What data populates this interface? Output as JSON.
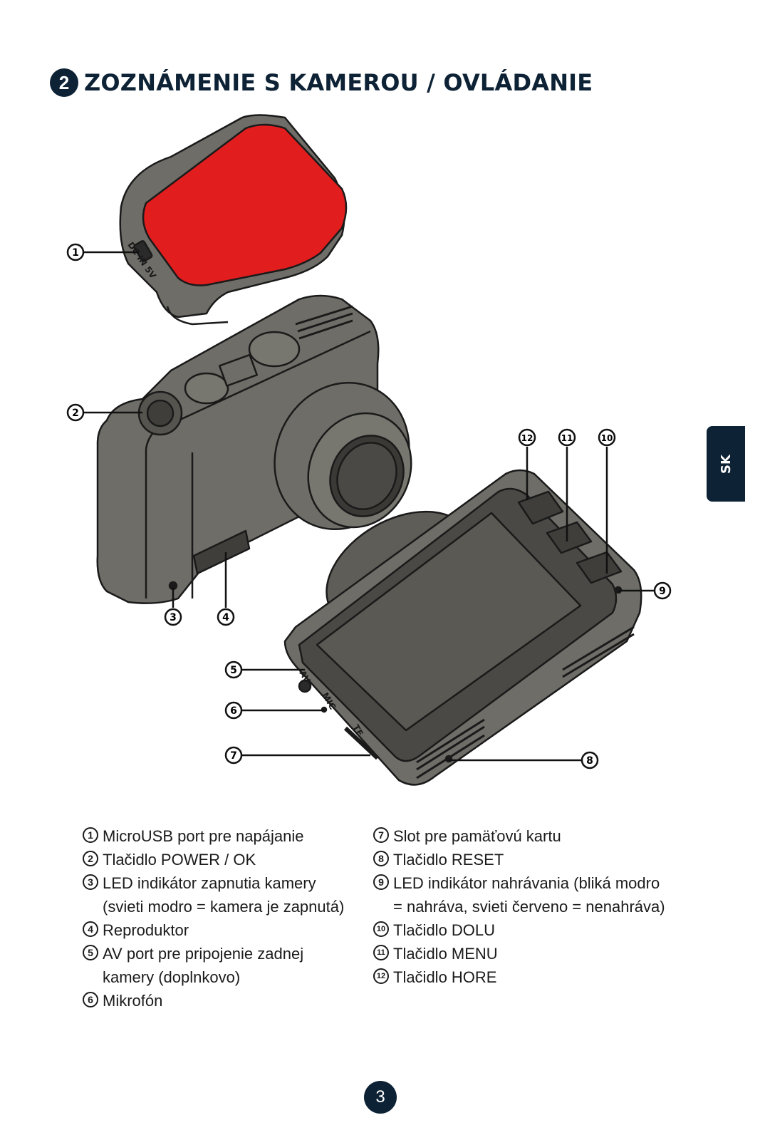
{
  "header": {
    "section_number": "2",
    "title": "ZOZNÁMENIE S KAMEROU / OVLÁDANIE"
  },
  "side_tab": {
    "label": "SK"
  },
  "diagram": {
    "callouts": [
      "1",
      "2",
      "3",
      "4",
      "5",
      "6",
      "7",
      "8",
      "9",
      "10",
      "11",
      "12"
    ],
    "mount_port_label": "DC IN 5V",
    "side_labels": {
      "av": "AV",
      "mic": "MIC",
      "tf": "TF"
    }
  },
  "legend": {
    "left": [
      {
        "num": "1",
        "text": "MicroUSB port pre napájanie"
      },
      {
        "num": "2",
        "text": "Tlačidlo POWER / OK"
      },
      {
        "num": "3",
        "text": "LED indikátor zapnutia kamery\n(svieti modro = kamera je zapnutá)"
      },
      {
        "num": "4",
        "text": "Reproduktor"
      },
      {
        "num": "5",
        "text": "AV port pre pripojenie zadnej\nkamery (doplnkovo)"
      },
      {
        "num": "6",
        "text": "Mikrofón"
      }
    ],
    "right": [
      {
        "num": "7",
        "text": "Slot pre pamäťovú kartu"
      },
      {
        "num": "8",
        "text": "Tlačidlo RESET"
      },
      {
        "num": "9",
        "text": "LED indikátor nahrávania (bliká modro\n= nahráva, svieti červeno = nenahráva)"
      },
      {
        "num": "10",
        "text": "Tlačidlo DOLU"
      },
      {
        "num": "11",
        "text": "Tlačidlo MENU"
      },
      {
        "num": "12",
        "text": "Tlačidlo HORE"
      }
    ]
  },
  "footer": {
    "page_number": "3"
  }
}
